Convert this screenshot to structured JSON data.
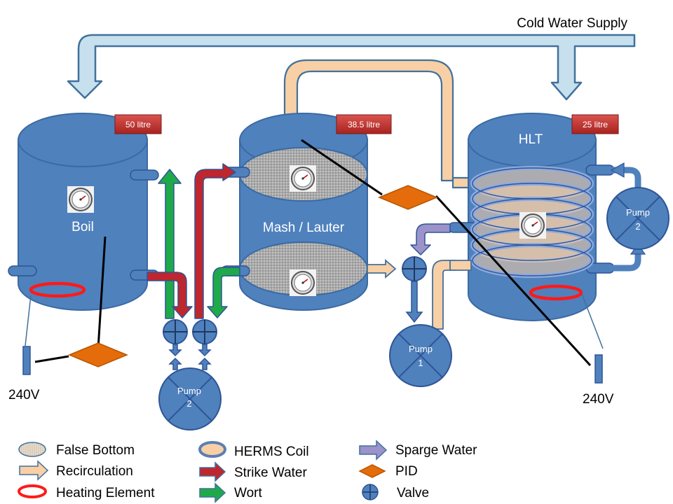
{
  "header": {
    "cold_water_supply": "Cold Water Supply"
  },
  "vessels": {
    "boil": {
      "label": "Boil",
      "capacity": "50 litre"
    },
    "mash": {
      "label": "Mash / Lauter",
      "capacity": "38.5 litre"
    },
    "hlt": {
      "label": "HLT",
      "capacity": "25 litre"
    }
  },
  "pumps": {
    "pump_2_left": {
      "name": "Pump",
      "number": "2"
    },
    "pump_1": {
      "name": "Pump",
      "number": "1"
    },
    "pump_2_right": {
      "name": "Pump",
      "number": "2"
    }
  },
  "power": {
    "left": "240V",
    "right": "240V"
  },
  "legend": {
    "false_bottom": "False Bottom",
    "recirculation": "Recirculation",
    "heating_element": "Heating Element",
    "herms_coil": "HERMS Coil",
    "strike_water": "Strike Water",
    "wort": "Wort",
    "sparge_water": "Sparge Water",
    "pid": "PID",
    "valve": "Valve"
  },
  "colors": {
    "vessel_fill": "#4f81bd",
    "vessel_stroke": "#3a6aa3",
    "cold_water": "#c6e0ee",
    "recirculation": "#f9cfa6",
    "heating_element": "#ff1a1a",
    "strike_water": "#c0262d",
    "wort": "#1faa4a",
    "sparge_water": "#9b93c9",
    "pid": "#e46c0a",
    "capacity_badge": "#c0392b"
  }
}
